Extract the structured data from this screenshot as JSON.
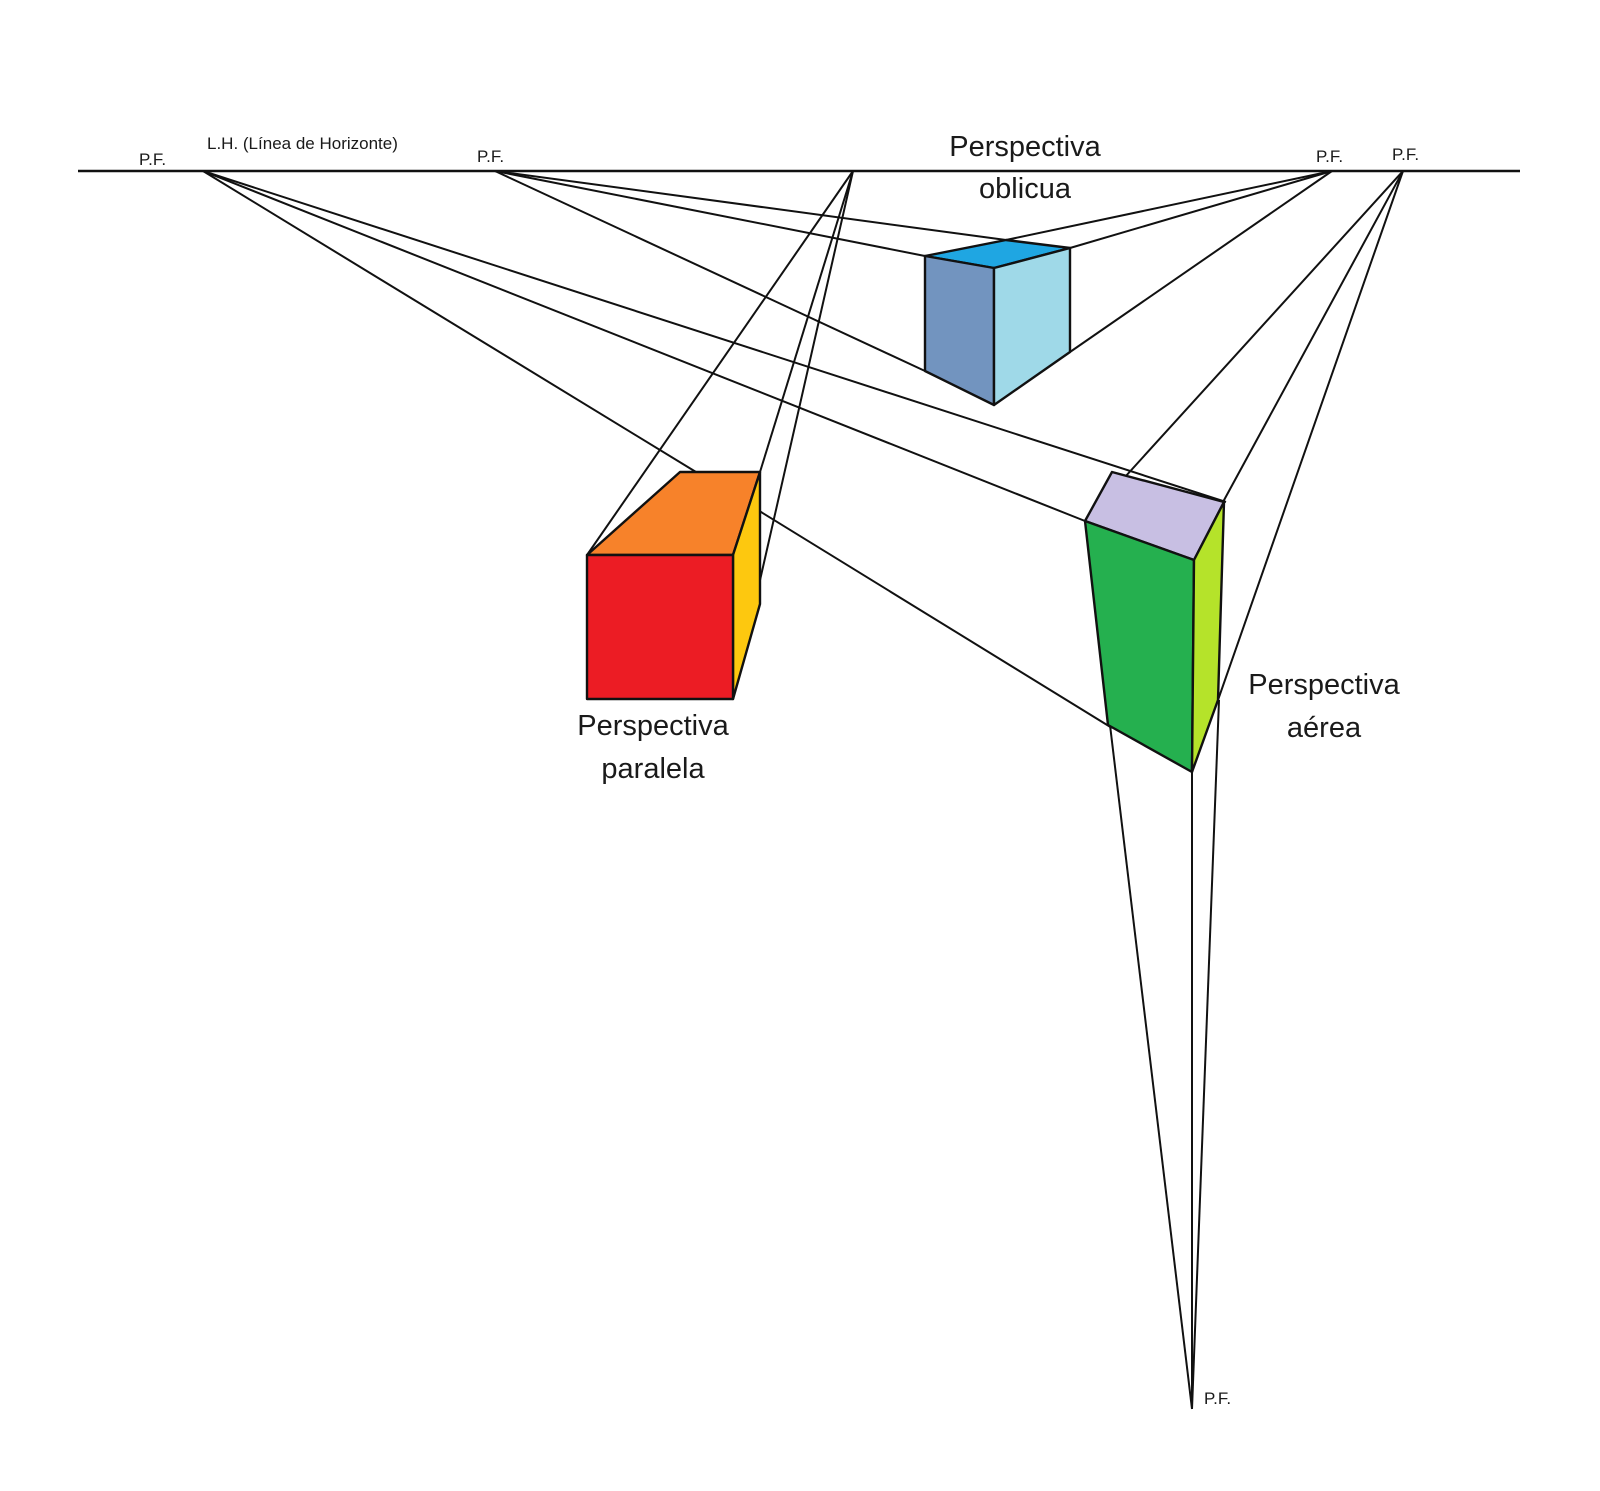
{
  "labels": {
    "horizon_line": "L.H. (Línea de Horizonte)",
    "vanishing_point": "P.F.",
    "oblique_line1": "Perspectiva",
    "oblique_line2": "oblicua",
    "parallel_line1": "Perspectiva",
    "parallel_line2": "paralela",
    "aerial_line1": "Perspectiva",
    "aerial_line2": "aérea"
  },
  "colors": {
    "parallel_front": "#ec1c24",
    "parallel_top": "#f7822a",
    "parallel_side": "#fdc80f",
    "oblique_left": "#7294bf",
    "oblique_right": "#9fd9e8",
    "oblique_top": "#1fa6e2",
    "aerial_top": "#c8bfe3",
    "aerial_front": "#25b04f",
    "aerial_side": "#b5e32a",
    "line": "#111111"
  }
}
